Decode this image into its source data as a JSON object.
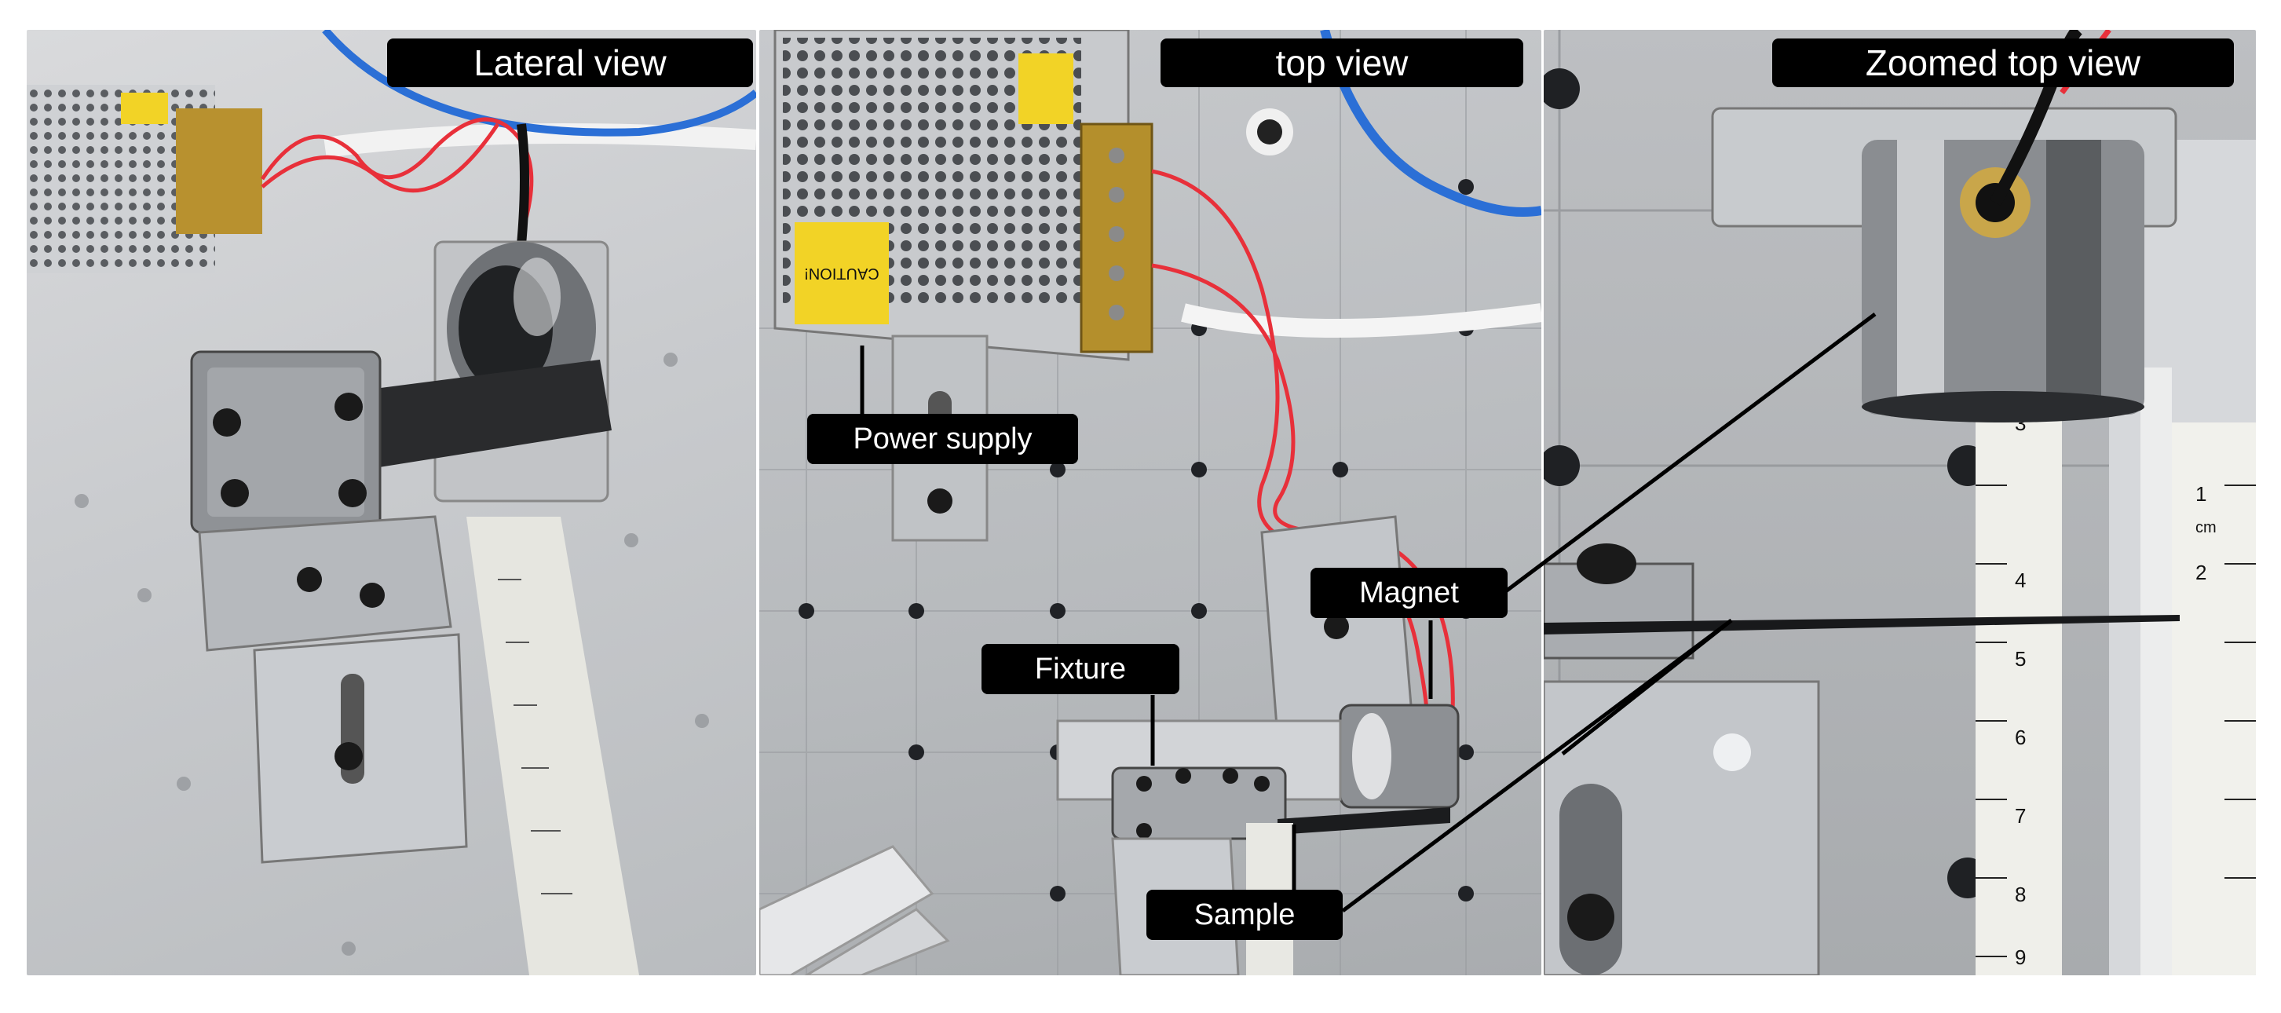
{
  "panels": [
    {
      "title": "Lateral view"
    },
    {
      "title": "top view"
    },
    {
      "title": "Zoomed top view"
    }
  ],
  "callouts": {
    "power_supply": "Power supply",
    "magnet": "Magnet",
    "fixture": "Fixture",
    "sample": "Sample"
  },
  "psu_warning": "CAUTION!",
  "ruler_marks": [
    "1",
    "2",
    "3",
    "4",
    "5",
    "6",
    "7",
    "8",
    "9",
    "cm"
  ],
  "colors": {
    "label_bg": "#000000",
    "label_text": "#ffffff",
    "wire_red": "#e8303a",
    "cable_blue": "#2b6fd6",
    "metal": "#b9bcbf"
  }
}
